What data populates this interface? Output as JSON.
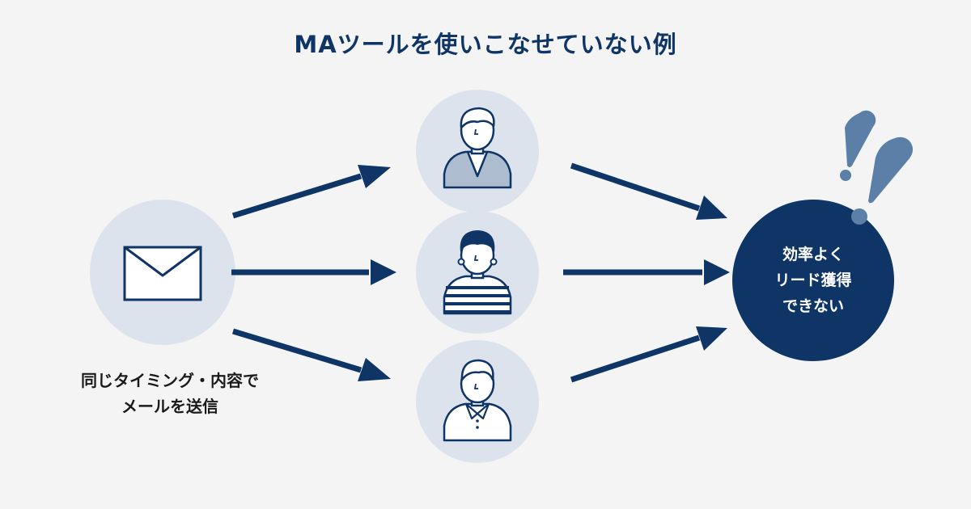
{
  "title": "MAツールを使いこなせていない例",
  "caption": {
    "line1": "同じタイミング・内容で",
    "line2": "メールを送信"
  },
  "result": {
    "line1": "効率よく",
    "line2": "リード獲得",
    "line3": "できない"
  },
  "colors": {
    "background": "#f4f4f5",
    "navy": "#0e3566",
    "circle_light": "#dce3ec",
    "accent": "#5b7fa6",
    "jacket": "#aebcd0"
  }
}
